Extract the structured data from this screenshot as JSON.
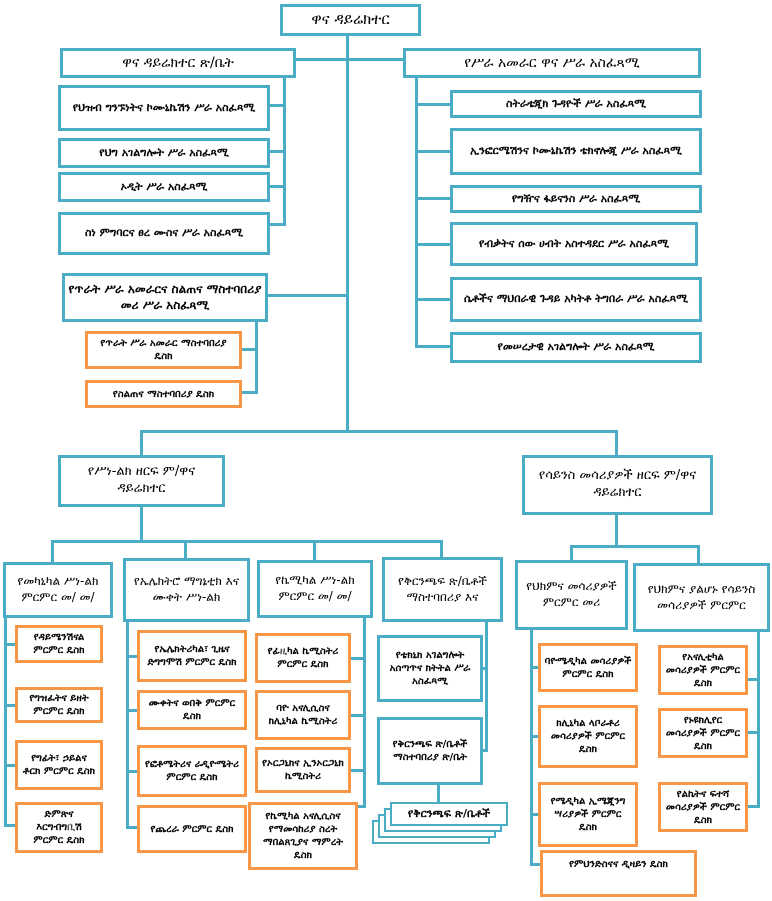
{
  "colors": {
    "teal": "#4BACC6",
    "orange": "#F79646",
    "text": "#000000",
    "background": "#ffffff"
  },
  "root": {
    "label": "ዋና ዳይሬክተር"
  },
  "director_office": {
    "header": "ዋና ዳይሬክተር ጽ/ቤት",
    "items": [
      "የህዝብ ግንኙነትና ኮሙኒኬሽን ሥራ አስፈጻሚ",
      "የህግ አገልግሎት ሥራ አስፈጻሚ",
      "ኦዲት ሥራ አስፈጻሚ",
      "ስነ ምግባርና ፀረ ሙስና ሥራ አስፈጻሚ"
    ],
    "lead": "የጥራት ሥራ አመራርና ስልጠና ማስተባበሪያ መሪ ሥራ አስፈጻሚ",
    "desks": [
      "የጥራት ሥራ አመራር ማስተባበሪያ ዴስክ",
      "የስልጠና ማስተባበሪያ ዴስክ"
    ]
  },
  "management": {
    "header": "የሥራ አመራር ዋና ሥራ አስፈጻሚ",
    "items": [
      "ስትራቴጂክ ጉዳዮች ሥራ አስፈጻሚ",
      "ኢንፎርሜሽንና ኮሙኒኬሽን ቴክኖሎጂ ሥራ አስፈጻሚ",
      "የግዥና ፋይናንስ ሥራ አስፈጻሚ",
      "የብቃትና ሰው ሀብት አስተዳደር ሥራ አስፈጻሚ",
      "ሴቶችና ማህበራዊ ጉዳይ አካትቶ ትግበራ ሥራ አስፈጻሚ",
      "የመሠረታዊ አገልግሎት ሥራ አስፈጻሚ"
    ]
  },
  "sectors": {
    "metrology": {
      "label": "የሥነ-ልክ ዘርፍ ም/ዋና ዳይሬክተር"
    },
    "science_instruments": {
      "label": "የሳይንስ መሳሪያዎች ዘርፍ ም/ዋና ዳይሬክተር"
    }
  },
  "departments": [
    {
      "header": "የመካኒካል ሥነ-ልክ ምርምር መ/ መ/",
      "desks": [
        "የዳይሜንሽናል ምርምር ዴስክ",
        "የግዝፈትና ይዘት ምርምር ዴስክ",
        "የግፊት፣ ኃይልና ቶርክ ምርምር ዴስክ",
        "ድምጽና እርግብግቢሽ ምርምር ዴስክ"
      ]
    },
    {
      "header": "የኤሌክትሮ ማግኔቲክ እና ሙቀት ሥነ-ልክ",
      "desks": [
        "የኤሌክትሪካል፣ ጊዜና ድግግሞሽ ምርምር ዴስክ",
        "ሙቀትና ወበቅ ምርምር ዴስክ",
        "የፎቶሜትሪና ራዲዮሜትሪ ምርምር ዴስክ",
        "የጨረራ ምርምር ዴስክ"
      ]
    },
    {
      "header": "የኬሚካል ሥነ-ልክ ምርምር መ/ መ/",
      "desks": [
        "የፊዚካል ኬሚስትሪ ምርምር ዴስክ",
        "ባዮ አናሊሲስና ክሊኒካል ኬሚስትሪ",
        "የኦርጋኒክና ኢንኦርጋኒክ ኬሚስትሪ",
        "የኬሚካል አናሊሲስና የማመሳከሪያ ስረት ማበልጸጊያና ማምረት ዴስክ"
      ]
    },
    {
      "header": "የቅርንጫፍ ጽ/ቤቶች ማስተባበሪያ እና",
      "offices": [
        "የቴክኒክ አገልግሎት አሰጣጥና ክትትል ሥራ አስፈጻሚ",
        "የቅርንጫፍ ጽ/ቤቶች ማስተባበሪያ ጽ/ቤት"
      ],
      "branch_stack_label": "የቅርንጫፍ ጽ/ቤቶች"
    },
    {
      "header": "የህክምና መሳሪያዎች ምርምር መሪ",
      "desks": [
        "ባዮሜዲካል መሳሪያዎች ምርምር ዴስክ",
        "ክሊኒካል ላቦራቶሪ መሳሪያዎች ምርምር ዴስክ",
        "የሜዲካል ኢሜጂንግ ሣሪያዎች ምርምር ዴስክ",
        "የምህንድስናና ዲዛይን ዴስክ"
      ]
    },
    {
      "header": "የህክምና ያልሆኑ የሳይንስ መሳሪያዎች ምርምር",
      "desks": [
        "የአናሊቲካል መሳሪያዎች ምርምር ዴስክ",
        "የኑዩክሊየር መሳሪያዎች ምርምር ዴስክ",
        "የልኬትና ፍተሻ መሳሪያዎች ምርምር ዴስክ"
      ]
    }
  ]
}
